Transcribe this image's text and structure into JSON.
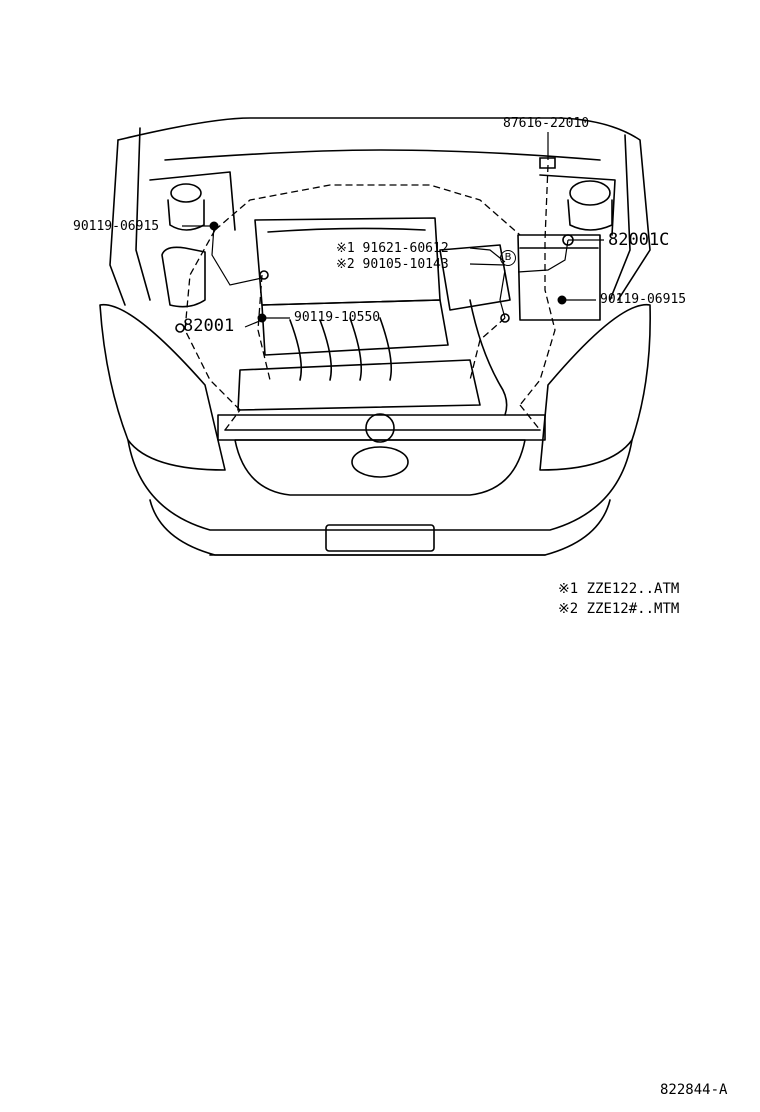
{
  "parts": {
    "p87616": "87616-22010",
    "p90119_left": "90119-06915",
    "p91621": "※1 91621-60612",
    "p90105": "※2 90105-10143",
    "p82001c": "82001C",
    "p90119_right": "90119-06915",
    "p82001": "82001",
    "p90119_center": "90119-10550"
  },
  "marker": "B",
  "notes": [
    "※1  ZZE122..ATM",
    "※2  ZZE12#..MTM"
  ],
  "diagram_code": "822844-A"
}
